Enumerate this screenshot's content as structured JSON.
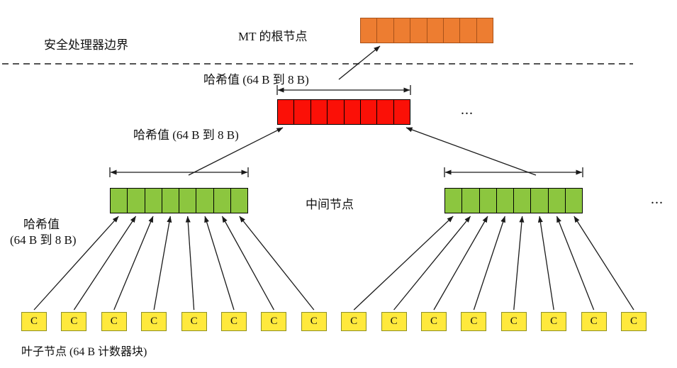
{
  "labels": {
    "boundary": "安全处理器边界",
    "root_node": "MT 的根节点",
    "hash_root": "哈希值 (64 B 到 8 B)",
    "hash_mid": "哈希值 (64 B 到 8 B)",
    "hash_left_line1": "哈希值",
    "hash_left_line2": "(64 B 到 8 B)",
    "intermediate_nodes": "中间节点",
    "leaf_nodes": "叶子节点 (64 B 计数器块)",
    "ellipsis_red_level": "...",
    "ellipsis_green_level": "...",
    "counter_block": "C"
  },
  "structure": {
    "root_segments": 8,
    "red_segments": 8,
    "green_segments": 8,
    "leaf_count": 16
  },
  "colors": {
    "root_fill": "#ED7D31",
    "root_border": "#A8521A",
    "red_fill": "#FB1007",
    "red_border": "#000000",
    "green_fill": "#8CC63F",
    "green_border": "#000000",
    "leaf_fill": "#FFE93C",
    "leaf_border": "#8F8F25",
    "line_color": "#1a1a1a"
  }
}
